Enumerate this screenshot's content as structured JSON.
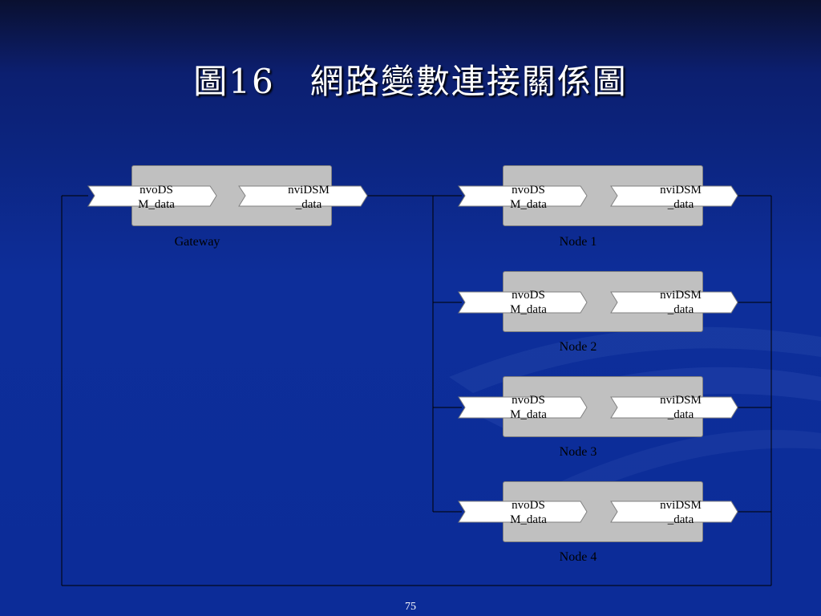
{
  "title": "圖16　網路變數連接關係圖",
  "page_number": "75",
  "gateway": {
    "label": "Gateway",
    "output_port": [
      "nvoDS",
      "M_data"
    ],
    "input_port": [
      "nviDSM",
      "_data"
    ]
  },
  "nodes": [
    {
      "label": "Node 1",
      "output_port": [
        "nvoDS",
        "M_data"
      ],
      "input_port": [
        "nviDSM",
        "_data"
      ]
    },
    {
      "label": "Node 2",
      "output_port": [
        "nvoDS",
        "M_data"
      ],
      "input_port": [
        "nviDSM",
        "_data"
      ]
    },
    {
      "label": "Node 3",
      "output_port": [
        "nvoDS",
        "M_data"
      ],
      "input_port": [
        "nviDSM",
        "_data"
      ]
    },
    {
      "label": "Node 4",
      "output_port": [
        "nvoDS",
        "M_data"
      ],
      "input_port": [
        "nviDSM",
        "_data"
      ]
    }
  ],
  "colors": {
    "background": "#0c2c98",
    "node_fill": "#c0c0c0",
    "port_fill": "#ffffff",
    "connector": "#000000",
    "title": "#ffffff"
  }
}
